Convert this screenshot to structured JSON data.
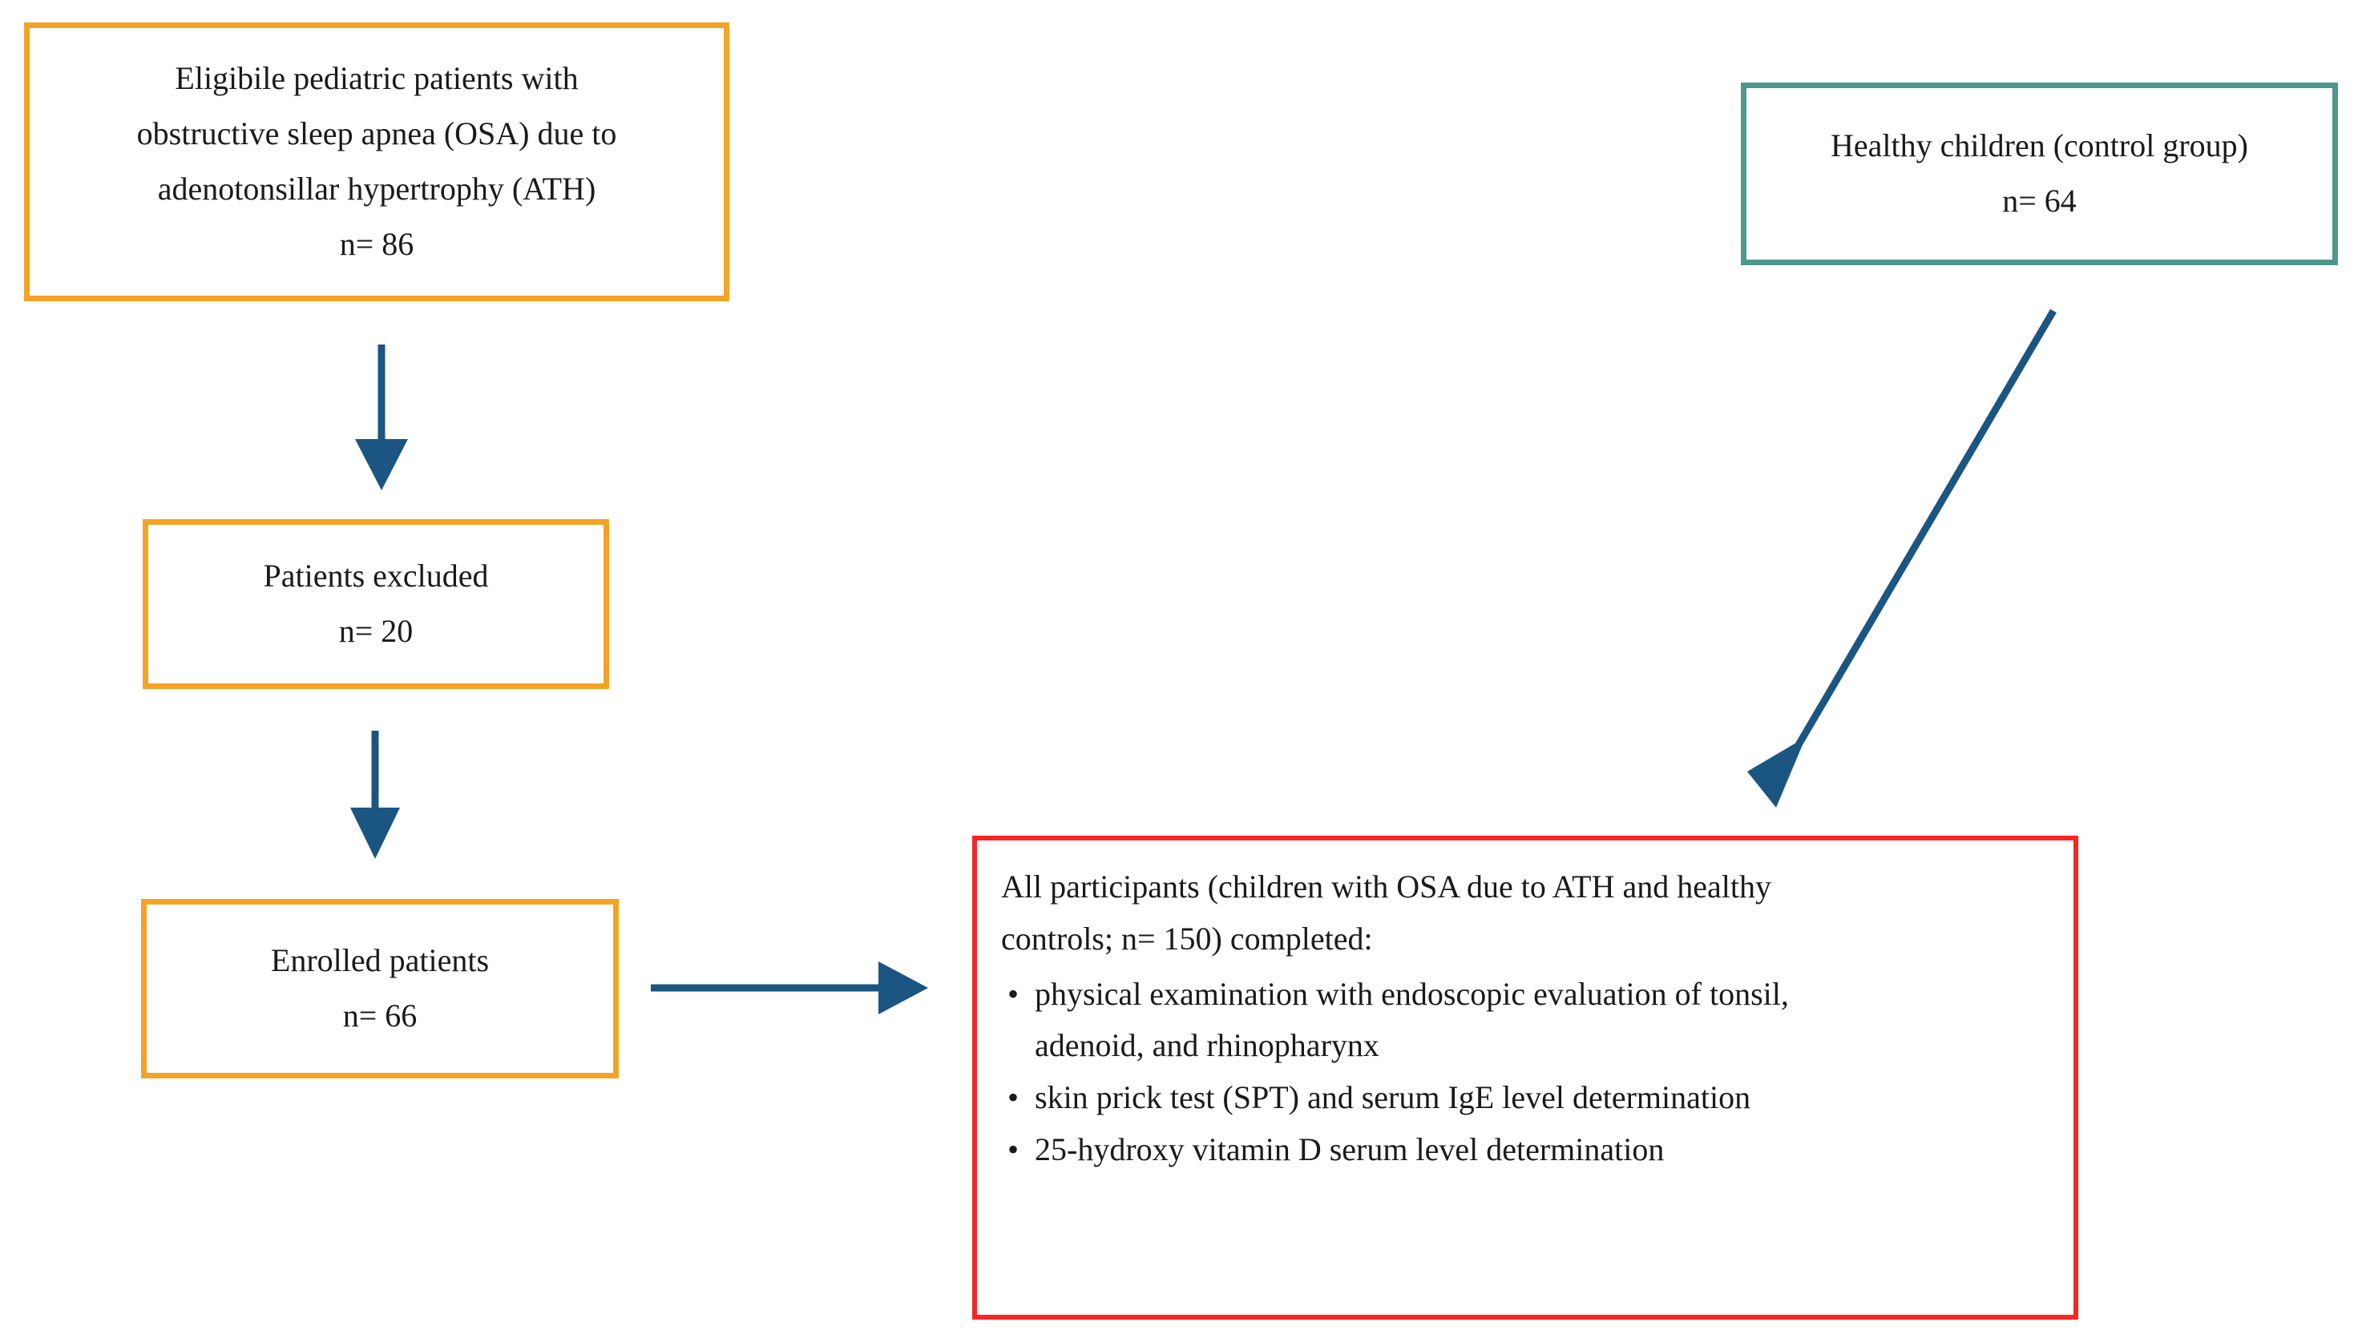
{
  "diagram": {
    "type": "study-flowchart",
    "background": "#ffffff",
    "colors": {
      "orange_border": "#F5A324",
      "teal_border": "#4E978C",
      "red_border": "#FB2424",
      "arrow_blue": "#1B5582",
      "text": "#1a1a1a"
    },
    "nodes": {
      "eligible": {
        "border_color": "#F5A324",
        "lines": [
          "Eligibile pediatric patients with",
          "obstructive sleep apnea (OSA) due to",
          "adenotonsillar hypertrophy (ATH)",
          "n= 86"
        ]
      },
      "control": {
        "border_color": "#4E978C",
        "lines": [
          "Healthy children (control group)",
          "n= 64"
        ]
      },
      "excluded": {
        "border_color": "#F5A324",
        "lines": [
          "Patients excluded",
          "n= 20"
        ]
      },
      "enrolled": {
        "border_color": "#F5A324",
        "lines": [
          "Enrolled patients",
          "n= 66"
        ]
      },
      "outcomes": {
        "border_color": "#FB2424",
        "intro_line_1": "All participants (children with OSA due to ATH and healthy",
        "intro_line_2": "controls; n= 150) completed:",
        "bullet_marker": "•",
        "bullets": [
          {
            "line_1": "physical examination with endoscopic evaluation of tonsil,",
            "line_2": "adenoid, and rhinopharynx"
          },
          {
            "line_1": "skin prick test (SPT) and serum IgE level determination",
            "line_2": ""
          },
          {
            "line_1": "25-hydroxy vitamin D serum level determination",
            "line_2": ""
          }
        ]
      }
    },
    "arrows": [
      {
        "name": "eligible-to-excluded",
        "direction": "down",
        "color": "#1B5582"
      },
      {
        "name": "excluded-to-enrolled",
        "direction": "down",
        "color": "#1B5582"
      },
      {
        "name": "enrolled-to-outcomes",
        "direction": "right",
        "color": "#1B5582"
      },
      {
        "name": "control-to-outcomes",
        "direction": "diagonal-down-left",
        "color": "#1B5582"
      }
    ]
  }
}
